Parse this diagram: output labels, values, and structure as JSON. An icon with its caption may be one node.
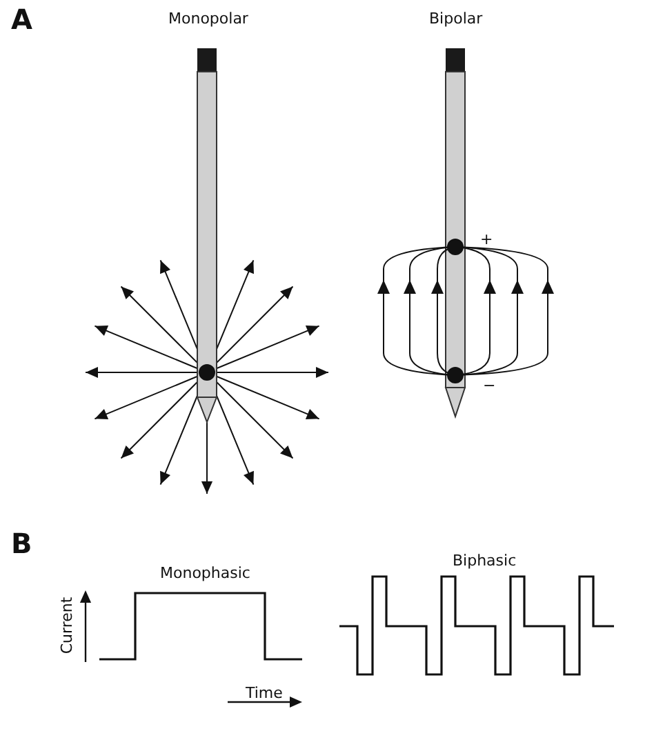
{
  "diagram": {
    "labels": [
      "A",
      "Monopolar",
      "Bipolar",
      "+",
      "−",
      "B",
      "Monophasic",
      "Biphasic",
      "Current",
      "Time"
    ]
  }
}
